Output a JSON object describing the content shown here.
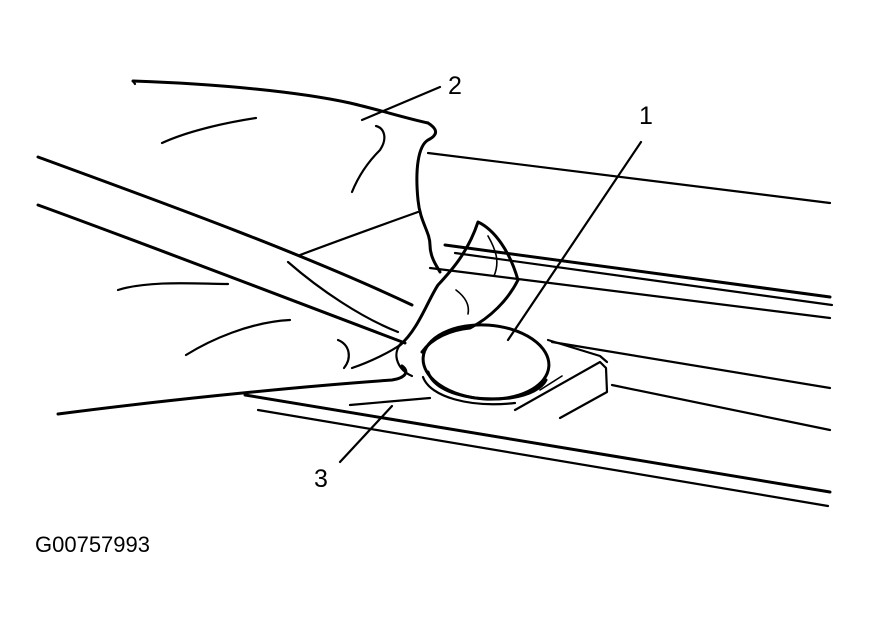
{
  "callouts": [
    {
      "number": "1"
    },
    {
      "number": "2"
    },
    {
      "number": "3"
    }
  ],
  "figure_id": "G00757993",
  "colors": {
    "line": "#000000",
    "background": "#ffffff"
  }
}
